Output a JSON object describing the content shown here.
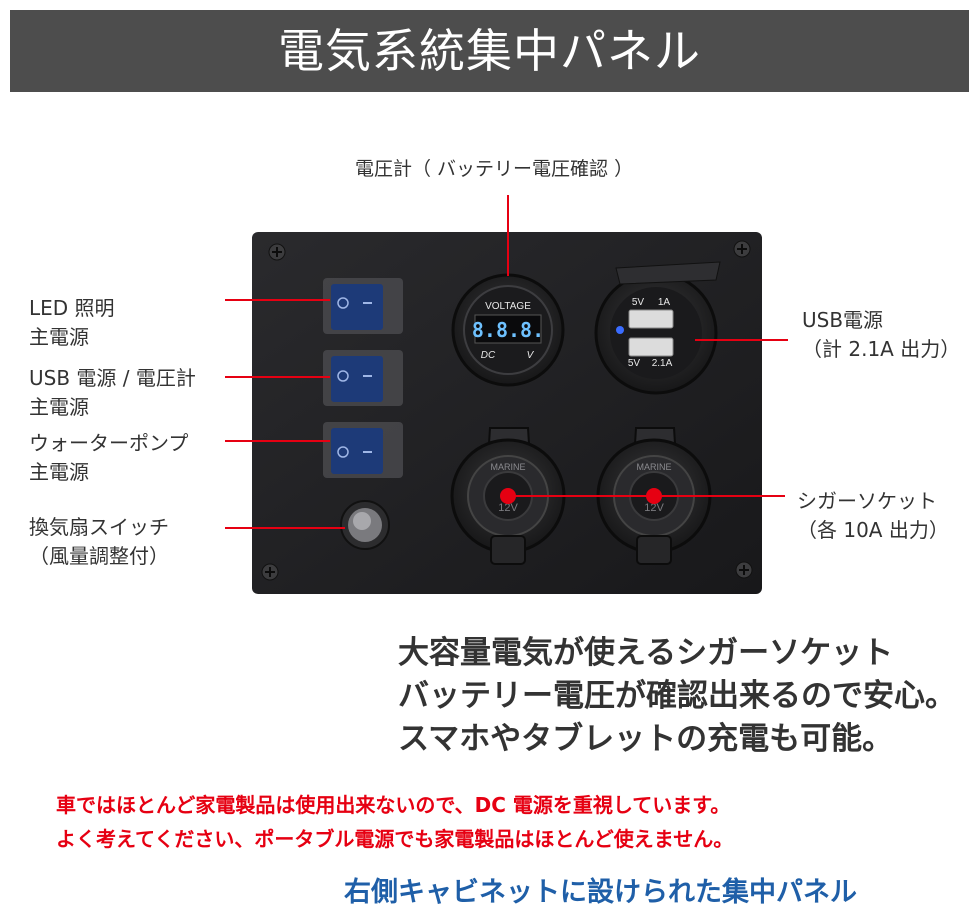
{
  "title": "電気系統集中パネル",
  "labels": {
    "voltmeter": "電圧計（ バッテリー電圧確認 ）",
    "led_line1": "LED 照明",
    "led_line2": "主電源",
    "usb_line1": "USB 電源 / 電圧計",
    "usb_line2": "主電源",
    "water_line1": "ウォーターポンプ",
    "water_line2": "主電源",
    "fan_line1": "換気扇スイッチ",
    "fan_line2": "（風量調整付）",
    "usbpower_line1": "USB電源",
    "usbpower_line2": "（計 2.1A 出力）",
    "cigar_line1": "シガーソケット",
    "cigar_line2": "（各 10A 出力）"
  },
  "panel": {
    "voltage_label": "VOLTAGE",
    "display": "8.8.8.",
    "dc_label": "DC",
    "v_label": "V",
    "usb_top_left": "5V",
    "usb_top_right": "1A",
    "usb_bottom_left": "5V",
    "usb_bottom_right": "2.1A",
    "socket_brand": "MARINE",
    "socket_volt": "12V"
  },
  "body": {
    "line1": "大容量電気が使えるシガーソケット",
    "line2": "バッテリー電圧が確認出来るので安心。",
    "line3": "スマホやタブレットの充電も可能。"
  },
  "warning": {
    "line1": "車ではほとんど家電製品は使用出来ないので、DC 電源を重視しています。",
    "line2": "よく考えてください、ポータブル電源でも家電製品はほとんど使えません。"
  },
  "caption": "右側キャビネットに設けられた集中パネル",
  "colors": {
    "banner": "#4d4d4d",
    "pointer": "#e60012",
    "caption": "#1f5fa8",
    "panel": "#1e1e20"
  }
}
